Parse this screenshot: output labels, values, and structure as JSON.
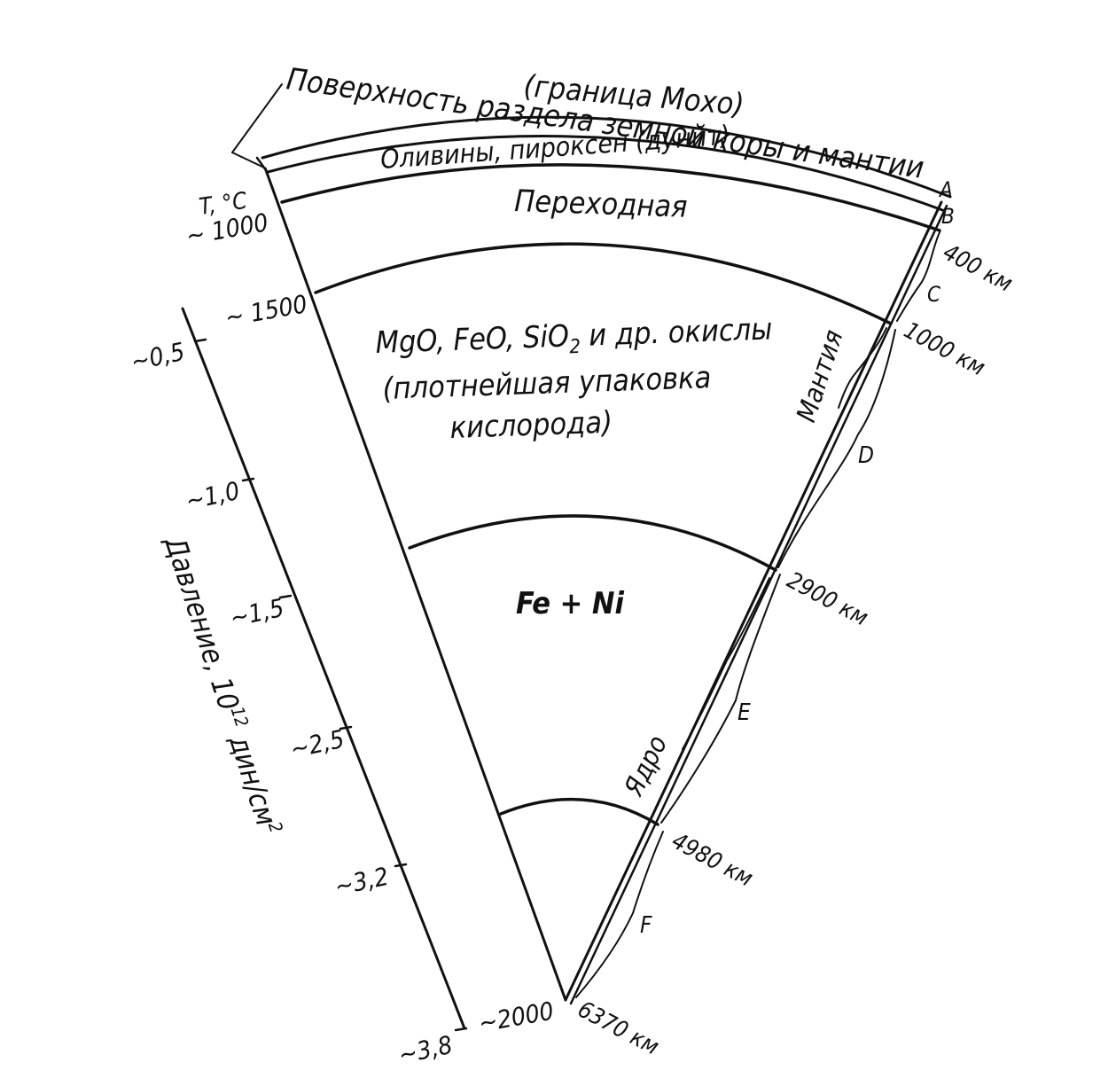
{
  "title_line1": "Поверхность раздела земной коры и мантии",
  "title_line2": "(граница Мохо)",
  "layers": {
    "olivine": "Оливины, пироксен (дунит)",
    "transition": "Переходная",
    "oxides_line1": "MgO, FeO, SiO",
    "oxides_sub": "2",
    "oxides_line1_end": " и др. окислы",
    "oxides_line2": "(плотнейшая упаковка",
    "oxides_line3": "кислорода)",
    "core": "Fe + Ni"
  },
  "zones": [
    "A",
    "B",
    "C",
    "D",
    "E",
    "F"
  ],
  "group_labels": {
    "mantle": "Мантия",
    "core": "Ядро"
  },
  "depths": [
    "400 км",
    "1000 км",
    "2900 км",
    "4980 км",
    "6370 км"
  ],
  "temperature": {
    "label": "T, °C",
    "values": [
      "~ 1000",
      "~ 1500",
      "~2000"
    ]
  },
  "pressure": {
    "label": "Давление, 10",
    "label_exp": "12",
    "label_unit": " дин/см",
    "label_unit_exp": "2",
    "ticks": [
      "~0,5",
      "~1,0",
      "~1,5",
      "~2,5",
      "~3,2",
      "~3,8"
    ]
  }
}
